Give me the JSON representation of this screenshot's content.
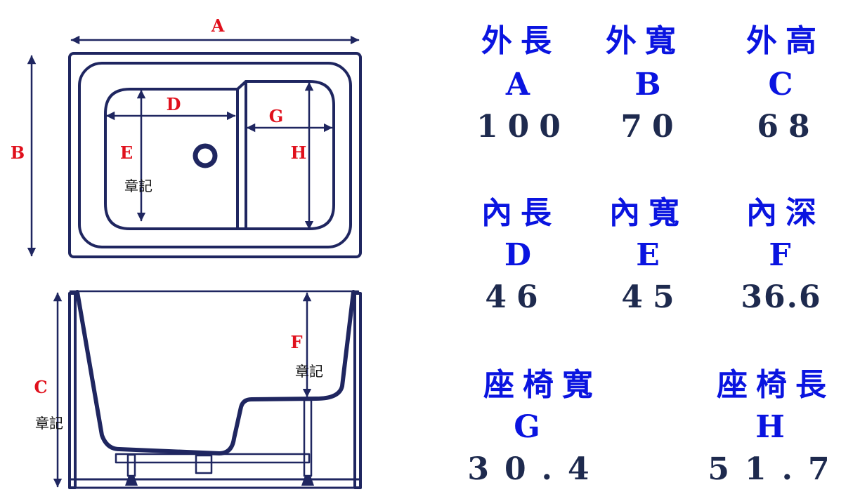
{
  "diagram": {
    "labels": {
      "A": "A",
      "B": "B",
      "C": "C",
      "D": "D",
      "E": "E",
      "F": "F",
      "G": "G",
      "H": "H"
    },
    "watermark": "章記"
  },
  "specs": [
    {
      "title": "外長",
      "letter": "A",
      "value": "100"
    },
    {
      "title": "外寬",
      "letter": "B",
      "value": "70"
    },
    {
      "title": "外高",
      "letter": "C",
      "value": "68"
    },
    {
      "title": "內長",
      "letter": "D",
      "value": "46"
    },
    {
      "title": "內寬",
      "letter": "E",
      "value": "45"
    },
    {
      "title": "內深",
      "letter": "F",
      "value": "36.6"
    },
    {
      "title": "座椅寬",
      "letter": "G",
      "value": "30.4"
    },
    {
      "title": "座椅長",
      "letter": "H",
      "value": "51.7"
    }
  ],
  "colors": {
    "line": "#1f2660",
    "dimension": "#e0101c",
    "title": "#0a14e0",
    "value": "#1e2a4e"
  }
}
